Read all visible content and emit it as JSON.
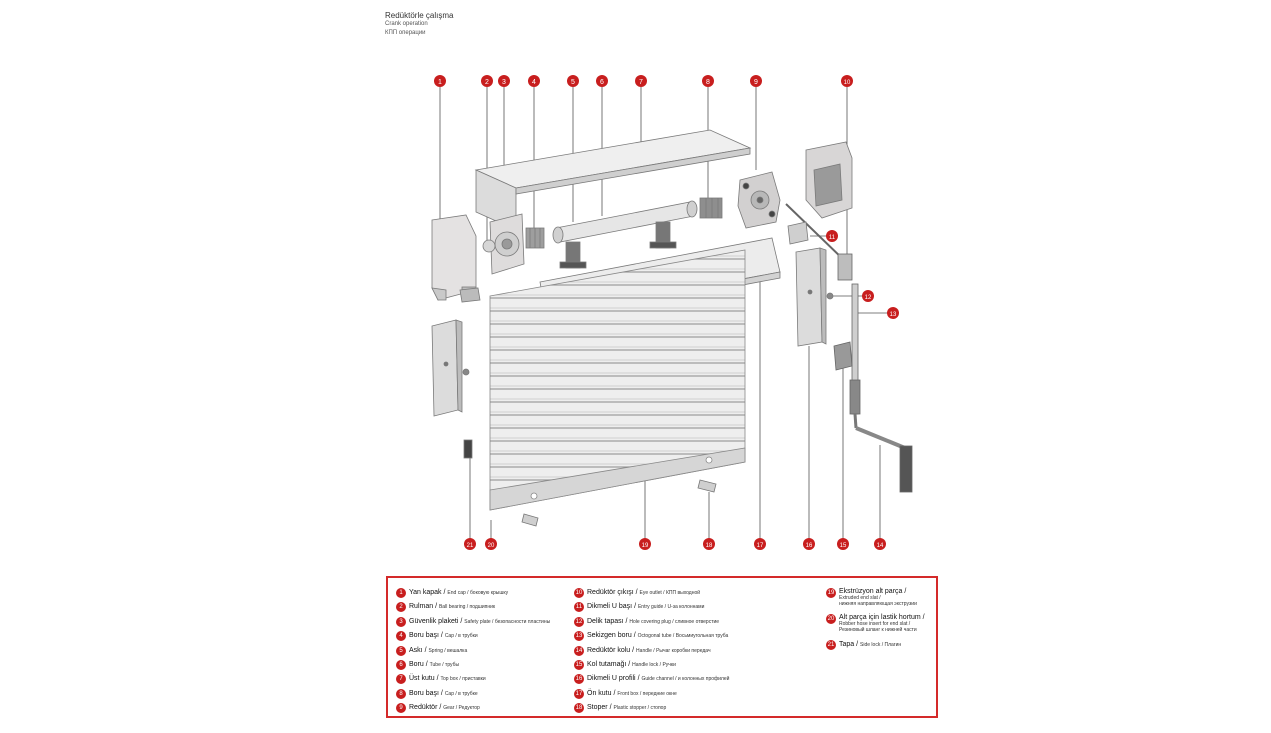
{
  "header": {
    "title_tr": "Redüktörle çalışma",
    "title_en": "Crank operation",
    "title_ru": "КПП операции"
  },
  "callout_numbers": [
    "1",
    "2",
    "3",
    "4",
    "5",
    "6",
    "7",
    "8",
    "9",
    "10",
    "11",
    "12",
    "13",
    "14",
    "15",
    "16",
    "17",
    "18",
    "19",
    "20",
    "21"
  ],
  "legend": {
    "col1": [
      {
        "num": "1",
        "tr": "Yan kapak",
        "en": "End cap",
        "ru": "боковую крышку"
      },
      {
        "num": "2",
        "tr": "Rulman",
        "en": "Ball bearing",
        "ru": "подшипник"
      },
      {
        "num": "3",
        "tr": "Güvenlik plaketi",
        "en": "Safety plate",
        "ru": "безопасности пластины"
      },
      {
        "num": "4",
        "tr": "Boru başı",
        "en": "Cap",
        "ru": "в трубки"
      },
      {
        "num": "5",
        "tr": "Askı",
        "en": "Spring",
        "ru": "вешалка"
      },
      {
        "num": "6",
        "tr": "Boru",
        "en": "Tube",
        "ru": "трубы"
      },
      {
        "num": "7",
        "tr": "Üst kutu",
        "en": "Top box",
        "ru": "приставки"
      },
      {
        "num": "8",
        "tr": "Boru başı",
        "en": "Cap",
        "ru": "в трубке"
      },
      {
        "num": "9",
        "tr": "Redüktör",
        "en": "Gear",
        "ru": "Редуктор"
      }
    ],
    "col2": [
      {
        "num": "10",
        "tr": "Redüktör çıkışı",
        "en": "Eye outlet",
        "ru": "КПП выходной"
      },
      {
        "num": "11",
        "tr": "Dikmeli U başı",
        "en": "Entry guide",
        "ru": "U-за колоннами"
      },
      {
        "num": "12",
        "tr": "Delik tapası",
        "en": "Hole covering plug",
        "ru": "сливное отверстие"
      },
      {
        "num": "13",
        "tr": "Sekizgen boru",
        "en": "Octogonal tube",
        "ru": "Восьмиугольная труба"
      },
      {
        "num": "14",
        "tr": "Redüktör kolu",
        "en": "Handle",
        "ru": "Рычаг коробки передач"
      },
      {
        "num": "15",
        "tr": "Kol tutamağı",
        "en": "Handle lock",
        "ru": "Ручки"
      },
      {
        "num": "16",
        "tr": "Dikmeli U profili",
        "en": "Guide channel",
        "ru": "и колонных профилей"
      },
      {
        "num": "17",
        "tr": "Ön kutu",
        "en": "Front box",
        "ru": "передние окне"
      },
      {
        "num": "18",
        "tr": "Stoper",
        "en": "Plastic stopper",
        "ru": "стопор"
      }
    ],
    "col3": [
      {
        "num": "19",
        "tr": "Ekstrüzyon alt parça /",
        "l2": "Extruded end slat /",
        "l3": "нижняя направляющая экструзии"
      },
      {
        "num": "20",
        "tr": "Alt parça için lastik hortum  /",
        "l2": "Robber hose insert for end slat /",
        "l3": "Резиновый шланг к нижней части"
      },
      {
        "num": "21",
        "tr": "Tapa",
        "en": "Side lock",
        "ru": "Плагин"
      }
    ]
  },
  "colors": {
    "accent_red": "#c81e1e",
    "border_red": "#d42a2a",
    "part_fill": "#e8e6e6",
    "part_stroke": "#888888"
  }
}
